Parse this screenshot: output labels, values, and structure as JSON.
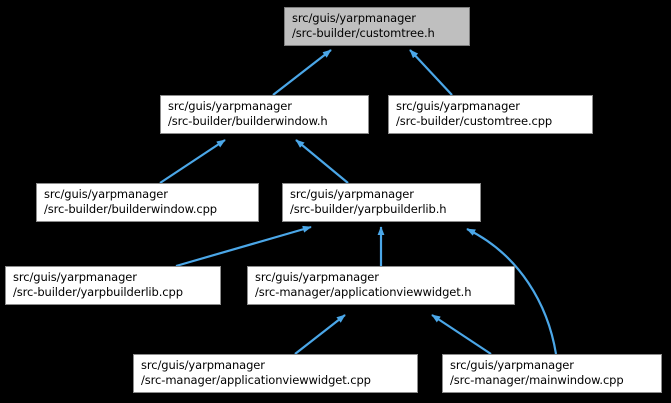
{
  "graph": {
    "type": "include-dependency-graph",
    "background_color": "#000000",
    "edge_color": "#4ba7e8",
    "node_fill": "#ffffff",
    "node_border": "#8c8c8c",
    "root_fill": "#bfbfbf",
    "root_border": "#7f7f7f",
    "nodes": [
      {
        "id": "customtree_h",
        "line1": "src/guis/yarpmanager",
        "line2": "/src-builder/customtree.h",
        "is_root": true
      },
      {
        "id": "builderwindow_h",
        "line1": "src/guis/yarpmanager",
        "line2": "/src-builder/builderwindow.h",
        "is_root": false
      },
      {
        "id": "customtree_cpp",
        "line1": "src/guis/yarpmanager",
        "line2": "/src-builder/customtree.cpp",
        "is_root": false
      },
      {
        "id": "builderwindow_cpp",
        "line1": "src/guis/yarpmanager",
        "line2": "/src-builder/builderwindow.cpp",
        "is_root": false
      },
      {
        "id": "yarpbuilderlib_h",
        "line1": "src/guis/yarpmanager",
        "line2": "/src-builder/yarpbuilderlib.h",
        "is_root": false
      },
      {
        "id": "yarpbuilderlib_cpp",
        "line1": "src/guis/yarpmanager",
        "line2": "/src-builder/yarpbuilderlib.cpp",
        "is_root": false
      },
      {
        "id": "applicationviewwidget_h",
        "line1": "src/guis/yarpmanager",
        "line2": "/src-manager/applicationviewwidget.h",
        "is_root": false
      },
      {
        "id": "applicationviewwidget_cpp",
        "line1": "src/guis/yarpmanager",
        "line2": "/src-manager/applicationviewwidget.cpp",
        "is_root": false
      },
      {
        "id": "mainwindow_cpp",
        "line1": "src/guis/yarpmanager",
        "line2": "/src-manager/mainwindow.cpp",
        "is_root": false
      }
    ],
    "edges": [
      {
        "from": "builderwindow_h",
        "to": "customtree_h"
      },
      {
        "from": "customtree_cpp",
        "to": "customtree_h"
      },
      {
        "from": "builderwindow_cpp",
        "to": "builderwindow_h"
      },
      {
        "from": "yarpbuilderlib_h",
        "to": "builderwindow_h"
      },
      {
        "from": "yarpbuilderlib_cpp",
        "to": "yarpbuilderlib_h"
      },
      {
        "from": "applicationviewwidget_h",
        "to": "yarpbuilderlib_h"
      },
      {
        "from": "mainwindow_cpp",
        "to": "yarpbuilderlib_h"
      },
      {
        "from": "applicationviewwidget_cpp",
        "to": "applicationviewwidget_h"
      },
      {
        "from": "mainwindow_cpp",
        "to": "applicationviewwidget_h"
      }
    ]
  }
}
